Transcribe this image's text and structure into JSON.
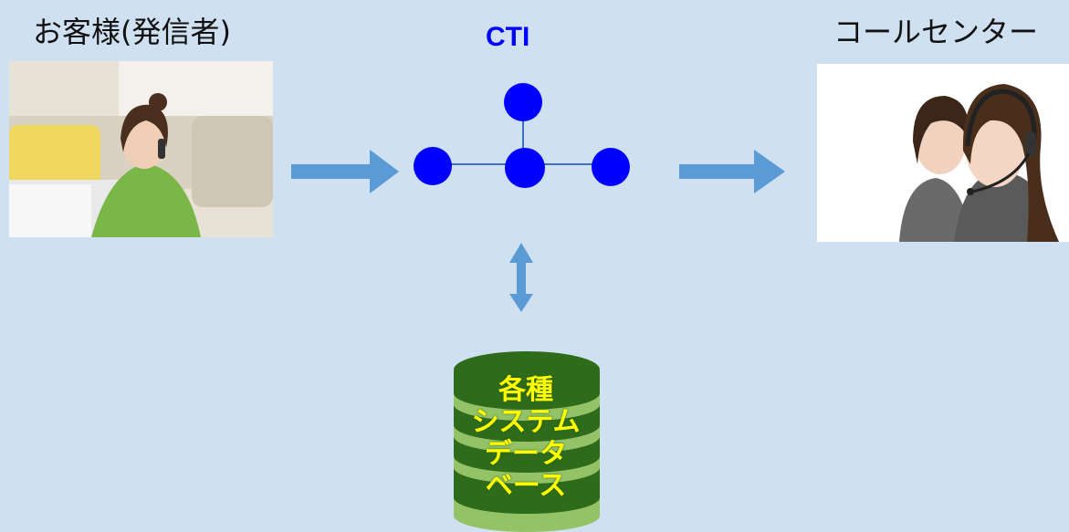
{
  "labels": {
    "caller": "お客様(発信者)",
    "cti": "CTI",
    "call_center": "コールセンター"
  },
  "database": {
    "lines": [
      "各種",
      "システム",
      "データ",
      "ベース"
    ]
  },
  "colors": {
    "background": "#cfe0f1",
    "arrow": "#5b9bd5",
    "node": "#0000ff",
    "db_dark": "#2e6b1a",
    "db_light": "#94c266",
    "db_text": "#ffff00"
  }
}
